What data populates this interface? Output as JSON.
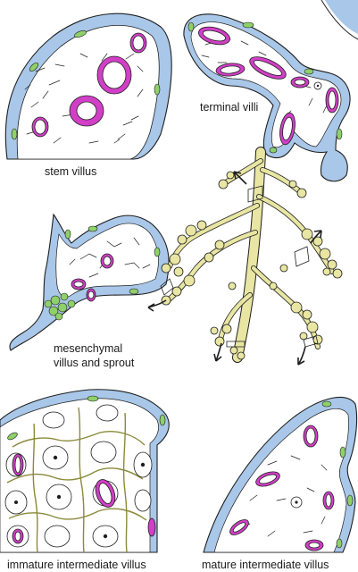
{
  "labels": {
    "stem_villus": "stem  villus",
    "terminal_villi": "terminal villi",
    "mesenchymal_line1": "mesenchymal",
    "mesenchymal_line2": "villus and sprout",
    "immature": "immature intermediate villus",
    "mature": "mature intermediate villus"
  },
  "colors": {
    "trophoblast": "#a9c7e8",
    "epithelium_cell": "#8fd06a",
    "vessel": "#d23fc7",
    "villous_tree": "#e8e6a2",
    "outline": "#1f1f1f",
    "fiber": "#222222"
  }
}
